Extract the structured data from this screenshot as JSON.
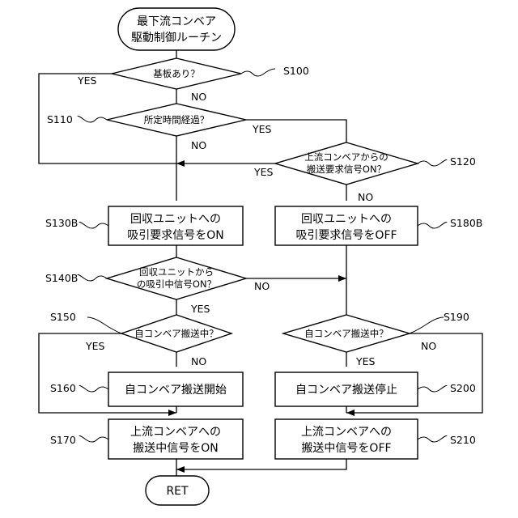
{
  "start": {
    "line1": "最下流コンベア",
    "line2": "駆動制御ルーチン"
  },
  "end": "RET",
  "decisions": {
    "s100": {
      "step": "S100",
      "line1": "基板あり？",
      "line2": "",
      "yes": "YES",
      "no": "NO"
    },
    "s110": {
      "step": "S110",
      "line1": "所定時間経過？",
      "line2": "",
      "yes": "YES",
      "no": "NO"
    },
    "s120": {
      "step": "S120",
      "line1": "上流コンベアからの",
      "line2": "搬送要求信号ON？",
      "yes": "YES",
      "no": "NO"
    },
    "s140b": {
      "step": "S140B",
      "line1": "回収ユニットから",
      "line2": "の吸引中信号ON？",
      "yes": "YES",
      "no": "NO"
    },
    "s150": {
      "step": "S150",
      "line1": "自コンベア搬送中？",
      "line2": "",
      "yes": "YES",
      "no": "NO"
    },
    "s190": {
      "step": "S190",
      "line1": "自コンベア搬送中？",
      "line2": "",
      "yes": "YES",
      "no": "NO"
    }
  },
  "processes": {
    "s130b": {
      "step": "S130B",
      "line1": "回収ユニットへの",
      "line2": "吸引要求信号をON"
    },
    "s180b": {
      "step": "S180B",
      "line1": "回収ユニットへの",
      "line2": "吸引要求信号をOFF"
    },
    "s160": {
      "step": "S160",
      "line1": "自コンベア搬送開始",
      "line2": ""
    },
    "s200": {
      "step": "S200",
      "line1": "自コンベア搬送停止",
      "line2": ""
    },
    "s170": {
      "step": "S170",
      "line1": "上流コンベアへの",
      "line2": "搬送中信号をON"
    },
    "s210": {
      "step": "S210",
      "line1": "上流コンベアへの",
      "line2": "搬送中信号をOFF"
    }
  }
}
